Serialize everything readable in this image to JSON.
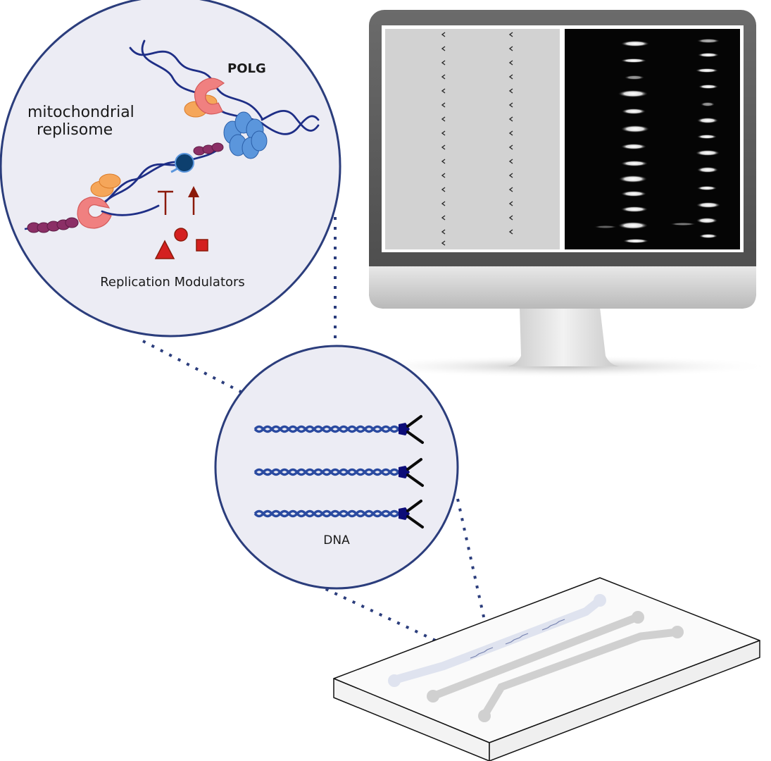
{
  "labels": {
    "polg": "POLG",
    "replisome_line1": "mitochondrial",
    "replisome_line2": "replisome",
    "modulators": "Replication Modulators",
    "dna": "DNA"
  },
  "colors": {
    "circle_outline": "#2b3d7c",
    "circle_fill": "#ececf4",
    "dna_strand": "#1e2e86",
    "polymerase_pink": "#f08080",
    "polymerase_orange": "#f5a65a",
    "helicase_blue": "#5b96dc",
    "ssb_purple": "#8b2f66",
    "modulator_red": "#d42020",
    "modulator_dark_red": "#8b1a0a",
    "dotted_connector": "#2b3d7c"
  },
  "icons": {
    "inhibit": "inhibition-t-icon",
    "activate": "up-arrow-icon",
    "triangle": "triangle-icon",
    "circle": "circle-icon",
    "square": "square-icon"
  }
}
